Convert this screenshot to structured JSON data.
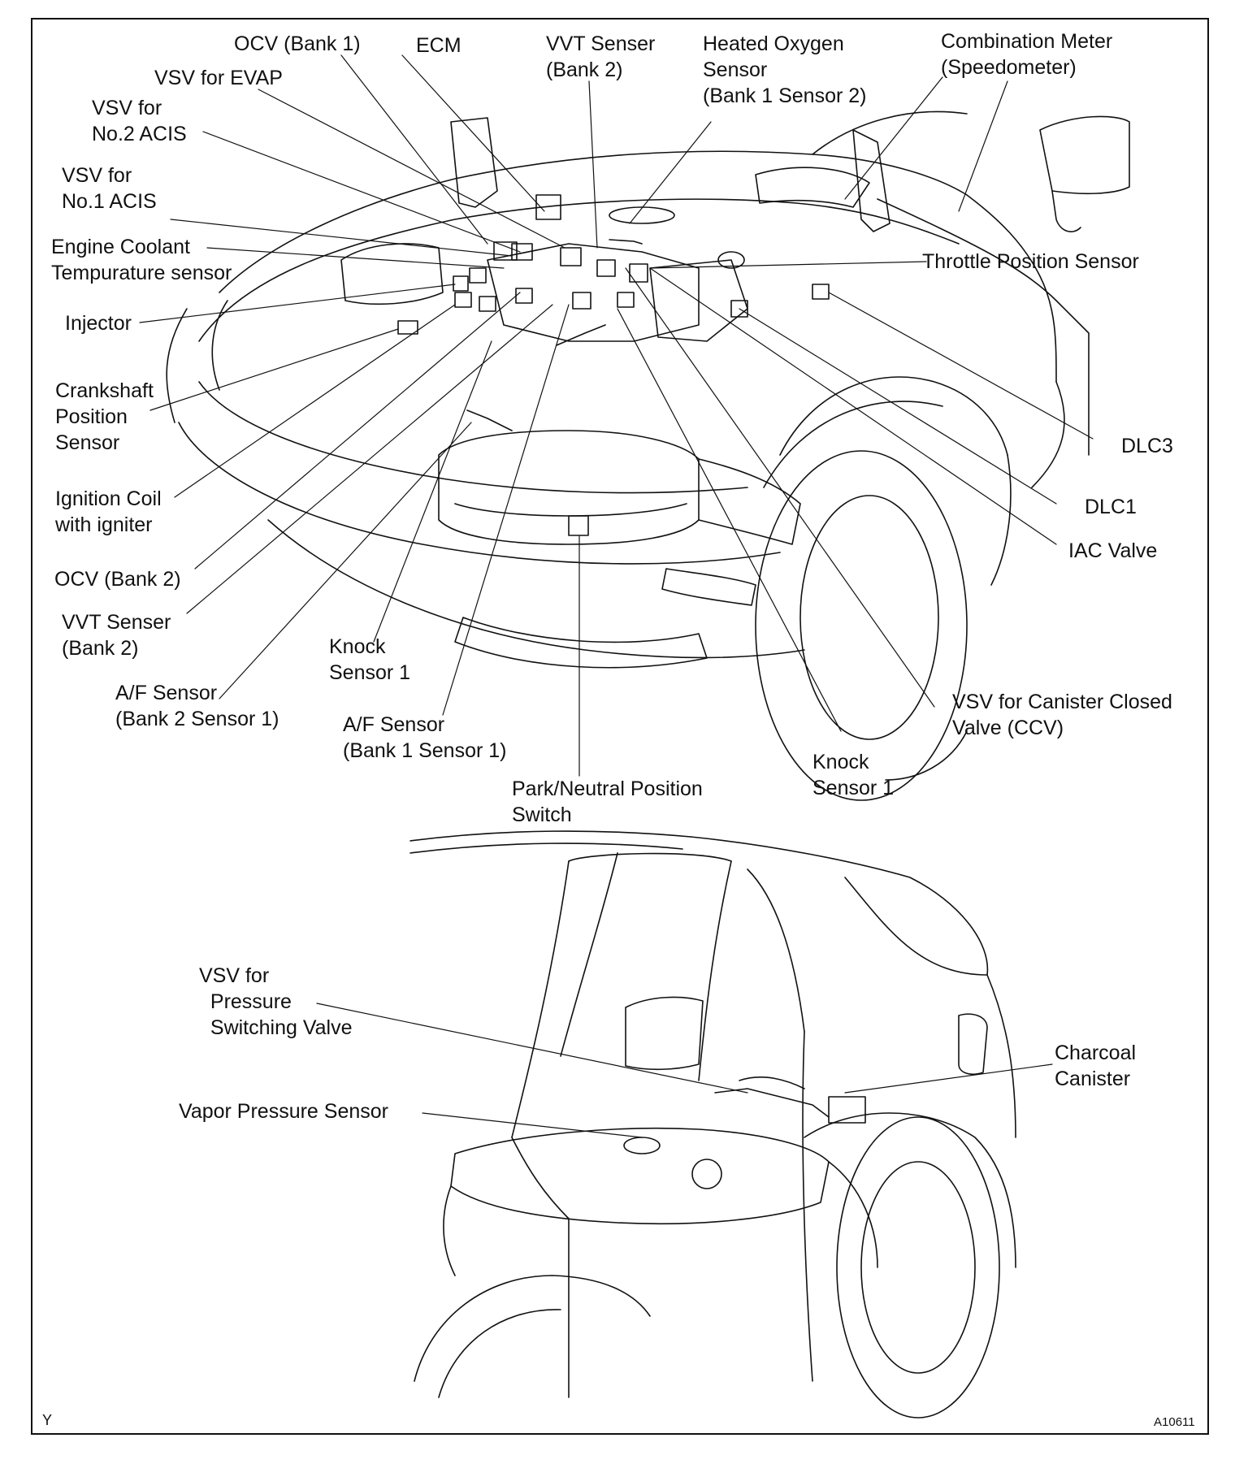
{
  "labels": {
    "ocv_bank1": "OCV (Bank 1)",
    "ecm": "ECM",
    "vvt_bank2_top": "VVT Senser\n(Bank 2)",
    "ho2s": "Heated Oxygen\nSensor\n(Bank 1 Sensor 2)",
    "combination_meter": "Combination Meter\n(Speedometer)",
    "vsv_evap": "VSV for EVAP",
    "vsv_acis2": "VSV for\nNo.2 ACIS",
    "vsv_acis1": "VSV for\nNo.1 ACIS",
    "ect_sensor": "Engine Coolant\nTempurature sensor",
    "throttle_position": "Throttle Position Sensor",
    "injector": "Injector",
    "ckp_sensor": "Crankshaft\nPosition\nSensor",
    "dlc3": "DLC3",
    "ignition_coil": "Ignition Coil\nwith igniter",
    "dlc1": "DLC1",
    "iac_valve": "IAC Valve",
    "ocv_bank2": "OCV (Bank 2)",
    "vvt_bank2_left": "VVT Senser\n(Bank 2)",
    "knock1_left": "Knock\nSensor 1",
    "af_bank2": "A/F Sensor\n(Bank 2 Sensor 1)",
    "af_bank1": "A/F Sensor\n(Bank 1 Sensor 1)",
    "vsv_ccv": "VSV for Canister Closed\nValve (CCV)",
    "knock1_right": "Knock\nSensor 1",
    "pnp_switch": "Park/Neutral Position\nSwitch",
    "vsv_psv": "VSV for\n  Pressure\n  Switching Valve",
    "charcoal_canister": "Charcoal\nCanister",
    "vapor_pressure": "Vapor Pressure Sensor",
    "corner_left": "Y",
    "corner_right": "A10611"
  }
}
